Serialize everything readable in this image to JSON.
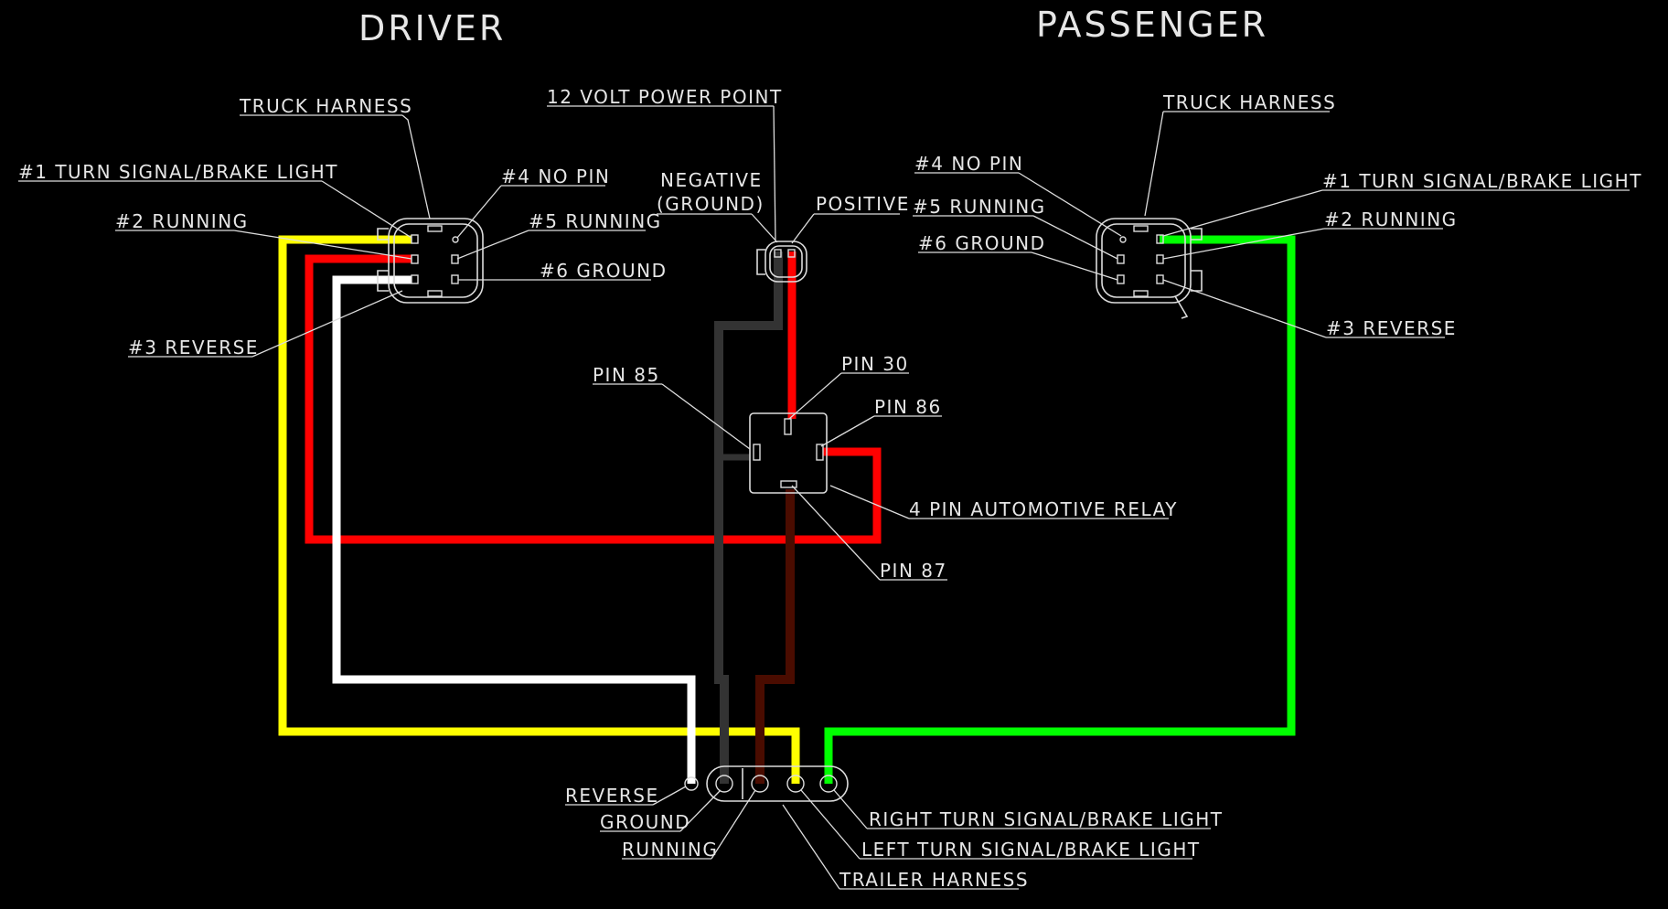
{
  "titles": {
    "driver": "DRIVER",
    "passenger": "PASSENGER"
  },
  "driver_connector": {
    "truck_harness": "TRUCK HARNESS",
    "pin1": "#1 TURN SIGNAL/BRAKE LIGHT",
    "pin2": "#2 RUNNING",
    "pin3": "#3 REVERSE",
    "pin4": "#4 NO PIN",
    "pin5": "#5 RUNNING",
    "pin6": "#6 GROUND"
  },
  "power_point": {
    "title": "12 VOLT POWER POINT",
    "negative": "NEGATIVE",
    "ground": "(GROUND)",
    "positive": "POSITIVE"
  },
  "relay": {
    "pin85": "PIN 85",
    "pin30": "PIN 30",
    "pin86": "PIN 86",
    "pin87": "PIN 87",
    "name": "4 PIN AUTOMOTIVE RELAY"
  },
  "passenger_connector": {
    "truck_harness": "TRUCK HARNESS",
    "pin1": "#1 TURN SIGNAL/BRAKE LIGHT",
    "pin2": "#2 RUNNING",
    "pin3": "#3 REVERSE",
    "pin4": "#4 NO PIN",
    "pin5": "#5 RUNNING",
    "pin6": "#6 GROUND"
  },
  "trailer_harness": {
    "name": "TRAILER HARNESS",
    "reverse": "REVERSE",
    "ground": "GROUND",
    "running": "RUNNING",
    "right": "RIGHT TURN SIGNAL/BRAKE LIGHT",
    "left": "LEFT TURN SIGNAL/BRAKE LIGHT"
  },
  "wire_colors": {
    "yellow": "#ffff00",
    "red": "#ff0000",
    "white": "#ffffff",
    "green": "#00ff00",
    "ground_gray": "#333333",
    "brown": "#4a0c00",
    "line": "#dcdcdc"
  }
}
